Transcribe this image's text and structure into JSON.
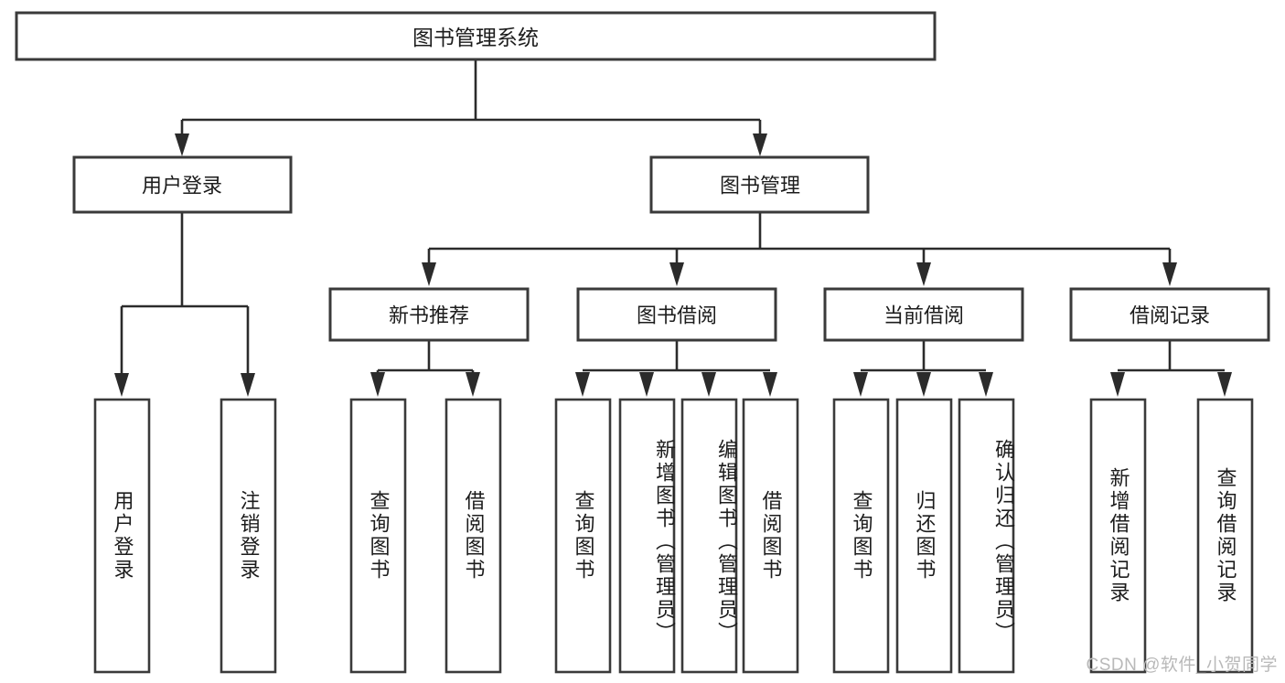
{
  "diagram": {
    "type": "tree-hierarchy-chart",
    "title": "图书管理系统",
    "watermark": "CSDN @软件_小贺同学",
    "colors": {
      "box_stroke": "#3a3a3a",
      "connector": "#2b2b2b",
      "box_fill": "#ffffff",
      "text": "#1c1c1c",
      "watermark": "#b9b9b9",
      "background": "#ffffff"
    },
    "root": {
      "label": "图书管理系统",
      "orientation": "horizontal"
    },
    "level2": [
      {
        "id": "user-login",
        "label": "用户登录",
        "orientation": "horizontal"
      },
      {
        "id": "book-management",
        "label": "图书管理",
        "orientation": "horizontal"
      }
    ],
    "level3": [
      {
        "id": "new-book-recommend",
        "label": "新书推荐",
        "orientation": "horizontal",
        "parent": "book-management"
      },
      {
        "id": "book-borrow",
        "label": "图书借阅",
        "orientation": "horizontal",
        "parent": "book-management"
      },
      {
        "id": "current-borrow",
        "label": "当前借阅",
        "orientation": "horizontal",
        "parent": "book-management"
      },
      {
        "id": "borrow-record",
        "label": "借阅记录",
        "orientation": "horizontal",
        "parent": "book-management"
      }
    ],
    "leaves": {
      "user-login": [
        {
          "id": "leaf-user-login",
          "label": "用户登录",
          "orientation": "vertical"
        },
        {
          "id": "leaf-logout",
          "label": "注销登录",
          "orientation": "vertical"
        }
      ],
      "new-book-recommend": [
        {
          "id": "leaf-query-book-1",
          "label": "查询图书",
          "orientation": "vertical"
        },
        {
          "id": "leaf-borrow-book-1",
          "label": "借阅图书",
          "orientation": "vertical"
        }
      ],
      "book-borrow": [
        {
          "id": "leaf-query-book-2",
          "label": "查询图书",
          "orientation": "vertical"
        },
        {
          "id": "leaf-add-book",
          "label": "新增图书（管理员）",
          "orientation": "vertical"
        },
        {
          "id": "leaf-edit-book",
          "label": "编辑图书（管理员）",
          "orientation": "vertical"
        },
        {
          "id": "leaf-borrow-book-2",
          "label": "借阅图书",
          "orientation": "vertical"
        }
      ],
      "current-borrow": [
        {
          "id": "leaf-query-book-3",
          "label": "查询图书",
          "orientation": "vertical"
        },
        {
          "id": "leaf-return-book",
          "label": "归还图书",
          "orientation": "vertical"
        },
        {
          "id": "leaf-confirm-return",
          "label": "确认归还（管理员）",
          "orientation": "vertical"
        }
      ],
      "borrow-record": [
        {
          "id": "leaf-add-record",
          "label": "新增借阅记录",
          "orientation": "vertical"
        },
        {
          "id": "leaf-query-record",
          "label": "查询借阅记录",
          "orientation": "vertical"
        }
      ]
    }
  }
}
